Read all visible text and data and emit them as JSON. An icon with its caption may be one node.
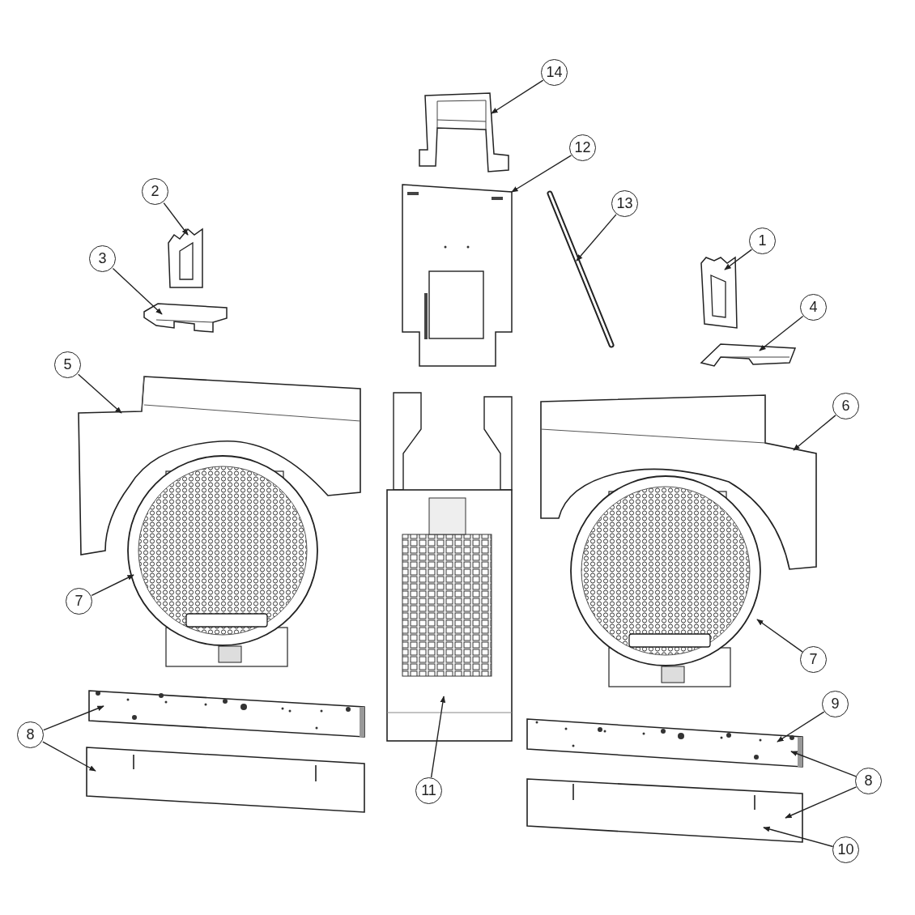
{
  "diagram": {
    "nodes": [
      {
        "text": [
          "14"
        ]
      },
      {
        "text": [
          "12"
        ]
      },
      {
        "text": [
          "13"
        ]
      },
      {
        "text": [
          "2"
        ]
      },
      {
        "text": [
          "3"
        ]
      },
      {
        "text": [
          "1"
        ]
      },
      {
        "text": [
          "4"
        ]
      },
      {
        "text": [
          "5"
        ]
      },
      {
        "text": [
          "6"
        ]
      },
      {
        "text": [
          "7"
        ]
      },
      {
        "text": [
          "7"
        ]
      },
      {
        "text": [
          "8"
        ]
      },
      {
        "text": [
          "11"
        ]
      },
      {
        "text": [
          "9"
        ]
      },
      {
        "text": [
          "8"
        ]
      },
      {
        "text": [
          "10"
        ]
      },
      {
        "text": [],
        "shape": "picture"
      },
      {
        "text": [],
        "shape": "picture"
      },
      {
        "text": [],
        "shape": "picture"
      },
      {
        "text": [],
        "shape": "picture"
      },
      {
        "text": [],
        "shape": "picture"
      },
      {
        "text": [],
        "shape": "picture"
      },
      {
        "text": [],
        "shape": "picture"
      },
      {
        "text": [],
        "shape": "picture"
      },
      {
        "text": [],
        "shape": "picture"
      },
      {
        "text": [],
        "shape": "picture"
      },
      {
        "text": [],
        "shape": "picture"
      },
      {
        "text": [],
        "shape": "picture"
      },
      {
        "text": [],
        "shape": "picture"
      },
      {
        "text": [],
        "shape": "picture"
      },
      {
        "text": [],
        "shape": "picture"
      },
      {
        "text": [],
        "shape": "picture"
      }
    ],
    "edges": [
      {
        "from": 0,
        "to": 16,
        "arrow": "to"
      },
      {
        "from": 1,
        "to": 17,
        "arrow": "to"
      },
      {
        "from": 2,
        "to": 18,
        "arrow": "to"
      },
      {
        "from": 3,
        "to": 19,
        "arrow": "to"
      },
      {
        "from": 4,
        "to": 20,
        "arrow": "to"
      },
      {
        "from": 5,
        "to": 21,
        "arrow": "to"
      },
      {
        "from": 6,
        "to": 22,
        "arrow": "to"
      },
      {
        "from": 7,
        "to": 23,
        "arrow": "to"
      },
      {
        "from": 8,
        "to": 24,
        "arrow": "to"
      },
      {
        "from": 9,
        "to": 25,
        "arrow": "to"
      },
      {
        "from": 10,
        "to": 26,
        "arrow": "to"
      },
      {
        "from": 11,
        "to": 28,
        "arrow": "to"
      },
      {
        "from": 11,
        "to": 29,
        "arrow": "to"
      },
      {
        "from": 12,
        "to": 27,
        "arrow": "to"
      },
      {
        "from": 13,
        "to": 30,
        "arrow": "to"
      },
      {
        "from": 14,
        "to": 30,
        "arrow": "to"
      },
      {
        "from": 14,
        "to": 31,
        "arrow": "to"
      },
      {
        "from": 15,
        "to": 31,
        "arrow": "to"
      }
    ]
  }
}
